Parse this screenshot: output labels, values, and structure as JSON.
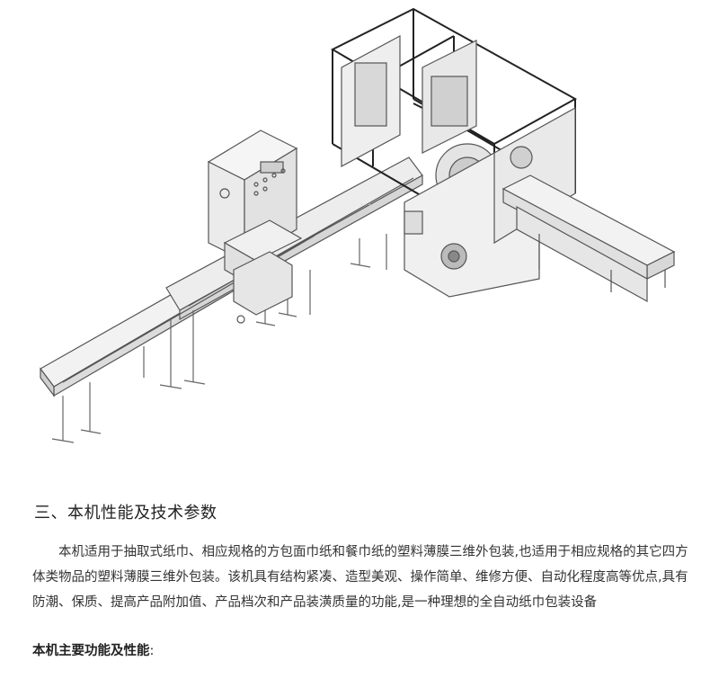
{
  "section": {
    "heading": "三、本机性能及技术参数",
    "paragraph": "本机适用于抽取式纸巾、相应规格的方包面巾纸和餐巾纸的塑料薄膜三维外包装,也适用于相应规格的其它四方体类物品的塑料薄膜三维外包装。该机具有结构紧凑、造型美观、操作简单、维修方便、自动化程度高等优点,具有防潮、保质、提高产品附加值、产品档次和产品装潢质量的功能,是一种理想的全自动纸巾包装设备",
    "subheading_bold": "本机主要功能及性能",
    "subheading_colon": ":"
  },
  "figure": {
    "icon": "packaging-machine-illustration"
  }
}
